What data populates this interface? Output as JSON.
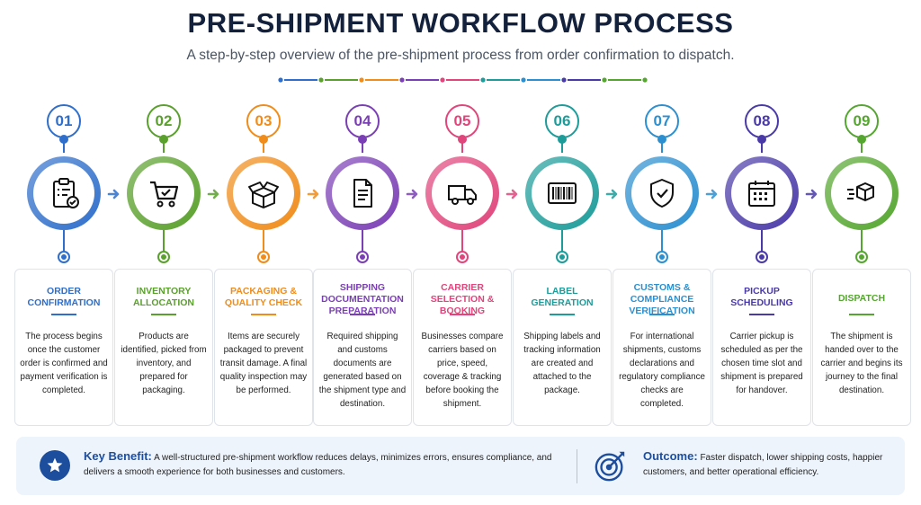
{
  "title": "PRE-SHIPMENT WORKFLOW PROCESS",
  "subtitle": "A step-by-step overview of the pre-shipment process from order confirmation to dispatch.",
  "steps": [
    {
      "num": "01",
      "title": "ORDER\nCONFIRMATION",
      "desc": "The process begins once the customer order is confirmed and payment verification is completed.",
      "color": "#2f6fcb",
      "icon": "clipboard-check-icon"
    },
    {
      "num": "02",
      "title": "INVENTORY\nALLOCATION",
      "desc": "Products are identified, picked from inventory, and prepared for packaging.",
      "color": "#5aa02c",
      "icon": "shopping-cart-icon"
    },
    {
      "num": "03",
      "title": "PACKAGING &\nQUALITY CHECK",
      "desc": "Items are securely packaged to prevent transit damage. A final quality inspection may be performed.",
      "color": "#f08c1a",
      "icon": "open-box-icon"
    },
    {
      "num": "04",
      "title": "SHIPPING\nDOCUMENTATION\nPREPARATION",
      "desc": "Required shipping and customs documents are generated based on the shipment type and destination.",
      "color": "#7b3fb5",
      "icon": "document-icon"
    },
    {
      "num": "05",
      "title": "CARRIER\nSELECTION &\nBOOKING",
      "desc": "Businesses compare carriers based on price, speed, coverage & tracking before booking the shipment.",
      "color": "#e0457b",
      "icon": "truck-icon"
    },
    {
      "num": "06",
      "title": "LABEL\nGENERATION",
      "desc": "Shipping labels and tracking information are created and attached to the package.",
      "color": "#1d9c9a",
      "icon": "barcode-icon"
    },
    {
      "num": "07",
      "title": "CUSTOMS &\nCOMPLIANCE\nVERIFICATION",
      "desc": "For international shipments, customs declarations and regulatory compliance checks are completed.",
      "color": "#2c8fd0",
      "icon": "shield-check-icon"
    },
    {
      "num": "08",
      "title": "PICKUP\nSCHEDULING",
      "desc": "Carrier pickup is scheduled as per the chosen time slot and shipment is prepared for handover.",
      "color": "#4a3aa8",
      "icon": "calendar-icon"
    },
    {
      "num": "09",
      "title": "DISPATCH",
      "desc": "The shipment is handed over to the carrier and begins its journey to the final destination.",
      "color": "#55a630",
      "icon": "fast-box-icon"
    }
  ],
  "benefit": {
    "label": "Key Benefit:",
    "text": "A well-structured pre-shipment workflow reduces delays, minimizes errors, ensures compliance, and delivers a smooth experience for both businesses and customers."
  },
  "outcome": {
    "label": "Outcome:",
    "text": "Faster dispatch, lower shipping costs, happier customers, and better operational efficiency."
  },
  "colors": {
    "title": "#14213d",
    "accent": "#1d4e9e",
    "banner": "#eef4fb"
  }
}
